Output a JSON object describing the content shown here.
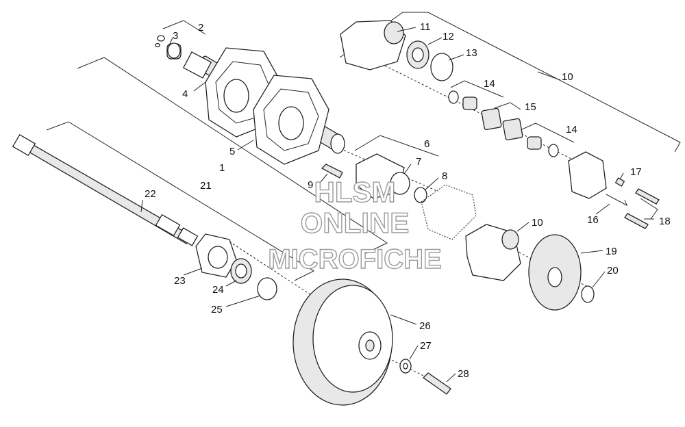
{
  "watermark": [
    "HLSM",
    "ONLINE",
    "MICROFICHE"
  ],
  "callouts": [
    "1",
    "2",
    "3",
    "4",
    "5",
    "6",
    "7",
    "8",
    "9",
    "10",
    "10",
    "11",
    "12",
    "13",
    "14",
    "14",
    "15",
    "16",
    "17",
    "18",
    "19",
    "20",
    "21",
    "22",
    "23",
    "24",
    "25",
    "26",
    "27",
    "28"
  ]
}
